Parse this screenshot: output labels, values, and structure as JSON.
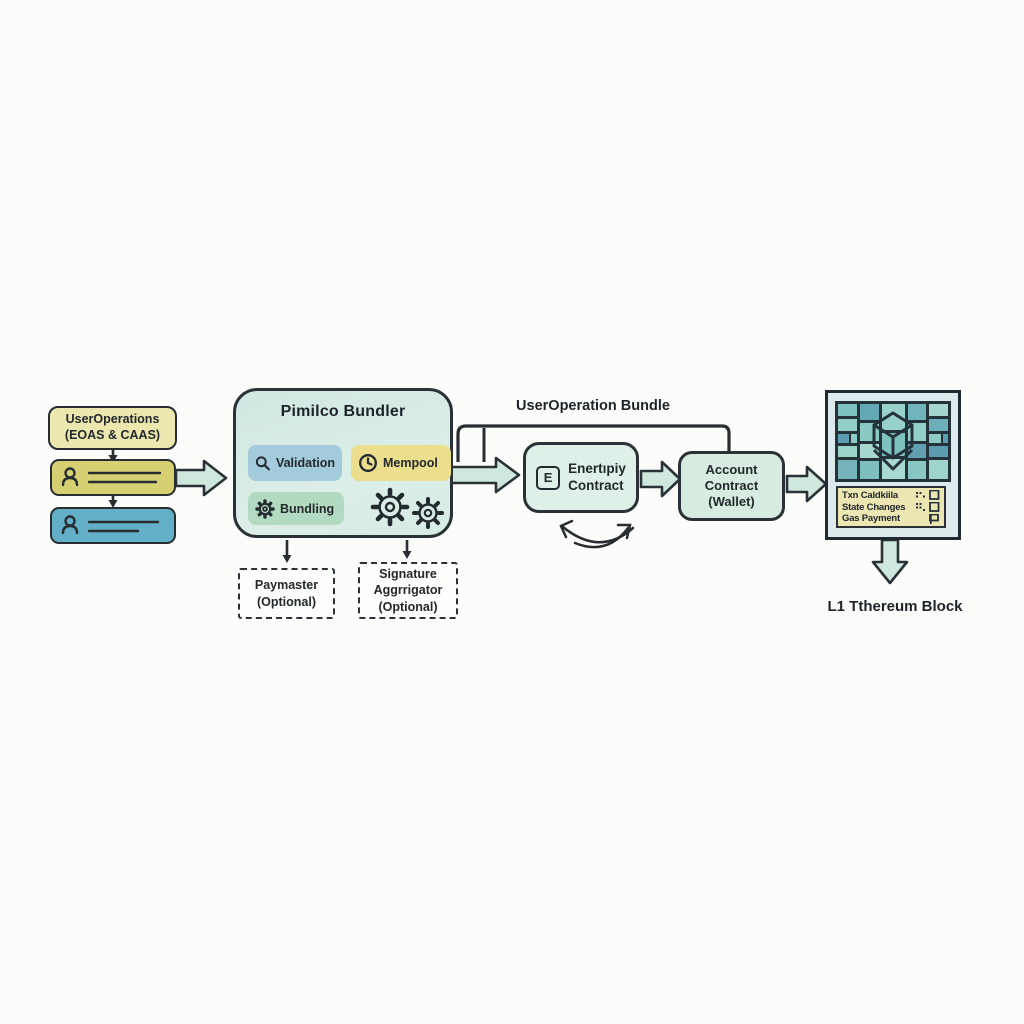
{
  "left": {
    "userops": {
      "line1": "UserOperations",
      "line2": "(EOAS & CAAS)"
    }
  },
  "bundler": {
    "title": "Pimilco Bundler",
    "validation_label": "Validation",
    "mempool_label": "Mempool",
    "bundling_label": "Bundling"
  },
  "bundle_label": "UserOperation Bundle",
  "entrypoint": {
    "icon_letter": "E",
    "line1": "Enertıpiy",
    "line2": "Contract"
  },
  "account": {
    "line1": "Account",
    "line2": "Contract",
    "line3": "(Wallet)"
  },
  "optional": {
    "paymaster": {
      "line1": "Paymaster",
      "line2": "(Optional)"
    },
    "aggregator": {
      "line1": "Signature",
      "line2": "Aggrrigator",
      "line3": "(Optional)"
    }
  },
  "block": {
    "row1": "Txn Caldkiila",
    "row2": "State Changes",
    "row3": "Gas Payment",
    "label": "L1 Tthereum Block"
  },
  "colors": {
    "outline": "#2a3237",
    "arrow_fill": "#cfe8de",
    "userops_fill": "#ebe7ae",
    "card_yellow": "#d6d073",
    "card_blue": "#63afc7",
    "bundler_fill": "#d7ebe5",
    "validation_fill": "#a4cbdc",
    "mempool_fill": "#ebde8d",
    "bundling_fill": "#b2dac0",
    "entry_fill": "#def0e8",
    "account_fill": "#d8ebe1",
    "block_bg": "#dee9eb",
    "info_fill": "#ece6b2",
    "mosaic_dark": "#24323a"
  }
}
